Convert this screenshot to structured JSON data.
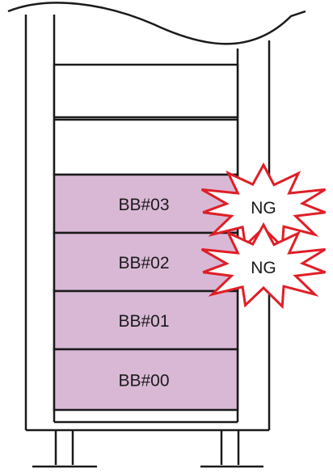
{
  "rack": {
    "slots": [
      {
        "id": "slot-5",
        "label": "",
        "occupied": false
      },
      {
        "id": "slot-4",
        "label": "",
        "occupied": false
      },
      {
        "id": "bb03",
        "label": "BB#03",
        "occupied": true
      },
      {
        "id": "bb02",
        "label": "BB#02",
        "occupied": true
      },
      {
        "id": "bb01",
        "label": "BB#01",
        "occupied": true
      },
      {
        "id": "bb00",
        "label": "BB#00",
        "occupied": true
      }
    ],
    "blade_fill_color": "#d9b8d6",
    "line_color": "#1a1a1a"
  },
  "alerts": [
    {
      "target": "BB#03",
      "label": "NG",
      "border_color": "#e01e26"
    },
    {
      "target": "BB#02",
      "label": "NG",
      "border_color": "#e01e26"
    }
  ]
}
